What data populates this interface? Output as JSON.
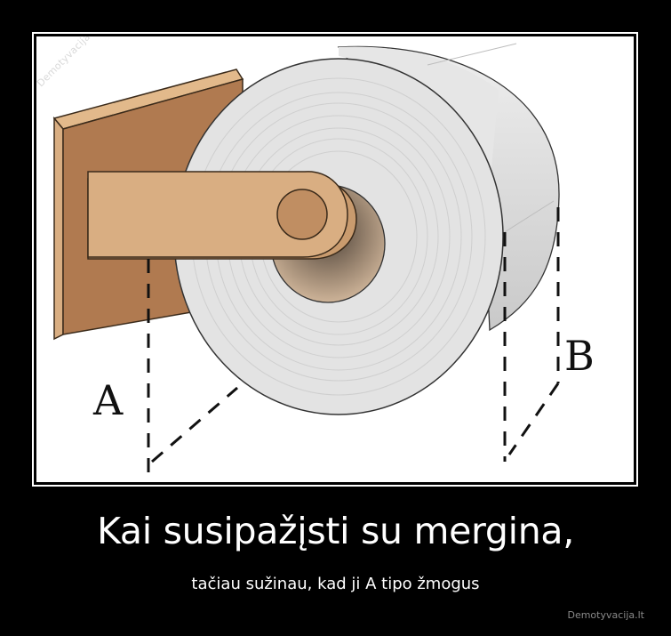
{
  "poster": {
    "watermark": "Demotyvacija.lt",
    "illustration": {
      "subject": "toilet-paper-roll-on-holder",
      "label_a": "A",
      "label_b": "B",
      "colors": {
        "wood_light": "#d9ae82",
        "wood_dark": "#b07a50",
        "paper": "#e3e3e3",
        "paper_side": "#d0d0d0",
        "outline": "#3a2a1a",
        "dash": "#111111"
      }
    },
    "headline": "Kai susipažįsti su mergina,",
    "subline": "tačiau sužinau, kad ji A tipo žmogus",
    "site_credit": "Demotyvacija.lt"
  }
}
